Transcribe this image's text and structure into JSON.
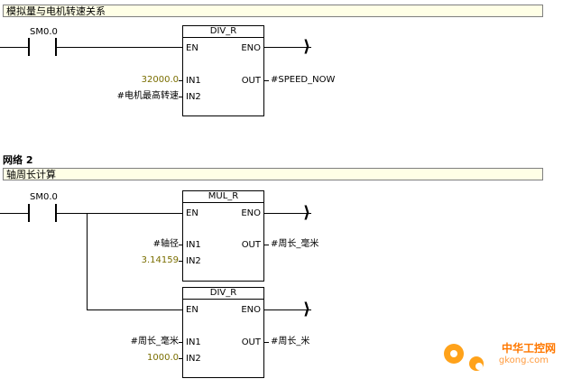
{
  "network1": {
    "comment": "模拟量与电机转速关系",
    "contact": "SM0.0",
    "block": {
      "title": "DIV_R",
      "pins": {
        "en": "EN",
        "eno": "ENO",
        "in1": "IN1",
        "in2": "IN2",
        "out": "OUT"
      },
      "in1_value": "32000.0",
      "in2_value": "#电机最高转速",
      "out_value": "#SPEED_NOW"
    }
  },
  "network2": {
    "title": "网络 2",
    "comment": "轴周长计算",
    "contact": "SM0.0",
    "block1": {
      "title": "MUL_R",
      "pins": {
        "en": "EN",
        "eno": "ENO",
        "in1": "IN1",
        "in2": "IN2",
        "out": "OUT"
      },
      "in1_value": "#轴径",
      "in2_value": "3.14159",
      "out_value": "#周长_毫米"
    },
    "block2": {
      "title": "DIV_R",
      "pins": {
        "en": "EN",
        "eno": "ENO",
        "in1": "IN1",
        "in2": "IN2",
        "out": "OUT"
      },
      "in1_value": "#周长_毫米",
      "in2_value": "1000.0",
      "out_value": "#周长_米"
    }
  },
  "watermark": {
    "brand": "中华工控网",
    "url": "gkong.com"
  },
  "colors": {
    "comment_bg": "#ffffe6",
    "constant": "#7a6e00",
    "watermark": "#ff7800"
  }
}
